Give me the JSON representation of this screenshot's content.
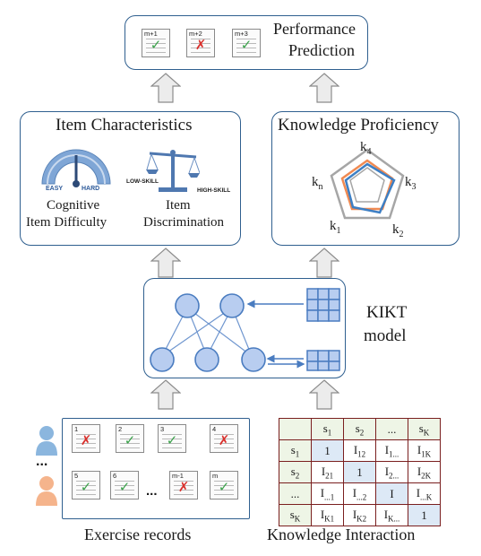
{
  "performance": {
    "title_line1": "Performance",
    "title_line2": "Prediction",
    "cards": [
      {
        "num": "m+1",
        "mark": "✓",
        "correct": true
      },
      {
        "num": "m+2",
        "mark": "✗",
        "correct": false
      },
      {
        "num": "m+3",
        "mark": "✓",
        "correct": true
      }
    ]
  },
  "item_characteristics": {
    "title": "Item Characteristics",
    "gauge_easy": "EASY",
    "gauge_hard": "HARD",
    "difficulty_line1": "Cognitive",
    "difficulty_line2": "Item Difficulty",
    "scale_low": "LOW-SKILL",
    "scale_high": "HIGH-SKILL",
    "discrimination_line1": "Item",
    "discrimination_line2": "Discrimination"
  },
  "knowledge_proficiency": {
    "title": "Knowledge Proficiency",
    "labels": [
      "k",
      "k",
      "k",
      "k",
      "k"
    ],
    "subs": [
      "4",
      "3",
      "2",
      "1",
      "n"
    ]
  },
  "model": {
    "line1": "KIKT",
    "line2": "model"
  },
  "exercise_records": {
    "caption": "Exercise records",
    "ellipsis": "...",
    "row1": [
      {
        "num": "1",
        "mark": "✗",
        "correct": false
      },
      {
        "num": "2",
        "mark": "✓",
        "correct": true
      },
      {
        "num": "3",
        "mark": "✓",
        "correct": true
      },
      {
        "num": "4",
        "mark": "✗",
        "correct": false
      }
    ],
    "row2": [
      {
        "num": "5",
        "mark": "✓",
        "correct": true
      },
      {
        "num": "6",
        "mark": "✓",
        "correct": true
      },
      {
        "num": "m-1",
        "mark": "✗",
        "correct": false
      },
      {
        "num": "m",
        "mark": "✓",
        "correct": true
      }
    ],
    "row_ellipsis": "..."
  },
  "knowledge_interaction": {
    "caption": "Knowledge Interaction",
    "header": [
      "",
      "s1",
      "s2",
      "...",
      "sK"
    ],
    "rows": [
      [
        "s1",
        "1",
        "I12",
        "I1...",
        "I1K"
      ],
      [
        "s2",
        "I21",
        "1",
        "I2...",
        "I2K"
      ],
      [
        "...",
        "I...1",
        "I...2",
        "I",
        "I...K"
      ],
      [
        "sK",
        "IK1",
        "IK2",
        "IK...",
        "1"
      ]
    ]
  },
  "colors": {
    "border": "#2f5f8f",
    "node": "#b8cdf0",
    "radar_gray": "#a6a6a6",
    "radar_orange": "#f08a52",
    "radar_blue": "#3d7fc4",
    "correct": "#3aa14a",
    "wrong": "#d9302c"
  }
}
